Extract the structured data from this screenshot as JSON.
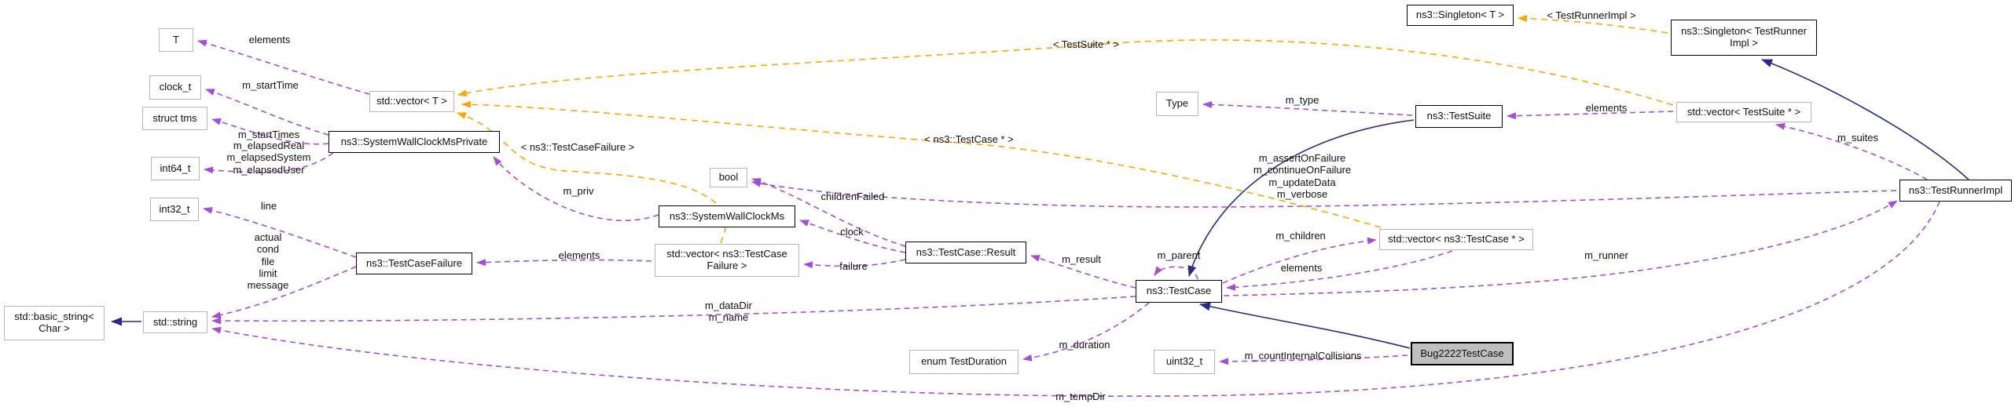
{
  "diagram": {
    "type": "doxygen-collaboration-graph",
    "focus_class": "Bug2222TestCase",
    "background": "#ffffff"
  },
  "colors": {
    "member_edge": "#a24fd8",
    "template_edge": "#ffa500",
    "inheritance_edge": "#2b2b85",
    "node_border_dark": "#000000",
    "node_border_gray": "#b6b6b6",
    "selected_node_fill": "#bfbfbf"
  },
  "nodes": {
    "t": {
      "label": "T"
    },
    "clock_t": {
      "label": "clock_t"
    },
    "struct_tms": {
      "label": "struct tms"
    },
    "int64_t": {
      "label": "int64_t"
    },
    "int32_t": {
      "label": "int32_t"
    },
    "basic_string": {
      "label": "std::basic_string<\nChar >"
    },
    "string": {
      "label": "std::string"
    },
    "vector_t": {
      "label": "std::vector< T >"
    },
    "swcm_private": {
      "label": "ns3::SystemWallClockMsPrivate"
    },
    "test_case_failure": {
      "label": "ns3::TestCaseFailure"
    },
    "swcm": {
      "label": "ns3::SystemWallClockMs"
    },
    "vector_tcf": {
      "label": "std::vector< ns3::TestCase\nFailure >"
    },
    "bool": {
      "label": "bool"
    },
    "result": {
      "label": "ns3::TestCase::Result"
    },
    "test_case": {
      "label": "ns3::TestCase"
    },
    "vector_tc": {
      "label": "std::vector< ns3::TestCase * >"
    },
    "type": {
      "label": "Type"
    },
    "test_suite": {
      "label": "ns3::TestSuite"
    },
    "singleton_t": {
      "label": "ns3::Singleton< T >"
    },
    "singleton_tri": {
      "label": "ns3::Singleton< TestRunner\nImpl >"
    },
    "vector_ts": {
      "label": "std::vector< TestSuite * >"
    },
    "test_runner_impl": {
      "label": "ns3::TestRunnerImpl"
    },
    "enum_test_duration": {
      "label": "enum TestDuration"
    },
    "uint32_t": {
      "label": "uint32_t"
    },
    "bug2222": {
      "label": "Bug2222TestCase"
    }
  },
  "edge_labels": {
    "elements_t": {
      "text": "elements"
    },
    "m_startTime": {
      "text": "m_startTime"
    },
    "m_startTimes": {
      "text": "m_startTimes"
    },
    "elapsed": {
      "text": "m_elapsedReal\nm_elapsedSystem\nm_elapsedUser"
    },
    "line": {
      "text": "line"
    },
    "tcf_strings": {
      "text": "actual\ncond\nfile\nlimit\nmessage"
    },
    "m_priv": {
      "text": "m_priv"
    },
    "tpl_tcf": {
      "text": "< ns3::TestCaseFailure >"
    },
    "elements_tcf": {
      "text": "elements"
    },
    "childrenFailed": {
      "text": "childrenFailed"
    },
    "clock": {
      "text": "clock"
    },
    "failure": {
      "text": "failure"
    },
    "m_result": {
      "text": "m_result"
    },
    "m_parent": {
      "text": "m_parent"
    },
    "m_children": {
      "text": "m_children"
    },
    "elements_tc": {
      "text": "elements"
    },
    "m_dataDir_m_name": {
      "text": "m_dataDir\nm_name"
    },
    "m_duration": {
      "text": "m_duration"
    },
    "m_countInternalCollisions": {
      "text": "m_countInternalCollisions"
    },
    "m_tempDir": {
      "text": "m_tempDir"
    },
    "m_type": {
      "text": "m_type"
    },
    "asserts": {
      "text": "m_assertOnFailure\nm_continueOnFailure\nm_updateData\nm_verbose"
    },
    "elements_ts": {
      "text": "elements"
    },
    "m_suites": {
      "text": "m_suites"
    },
    "m_runner": {
      "text": "m_runner"
    },
    "tpl_tri": {
      "text": "< TestRunnerImpl >"
    },
    "tpl_ts": {
      "text": "< TestSuite * >"
    },
    "tpl_tc": {
      "text": "< ns3::TestCase * >"
    }
  }
}
